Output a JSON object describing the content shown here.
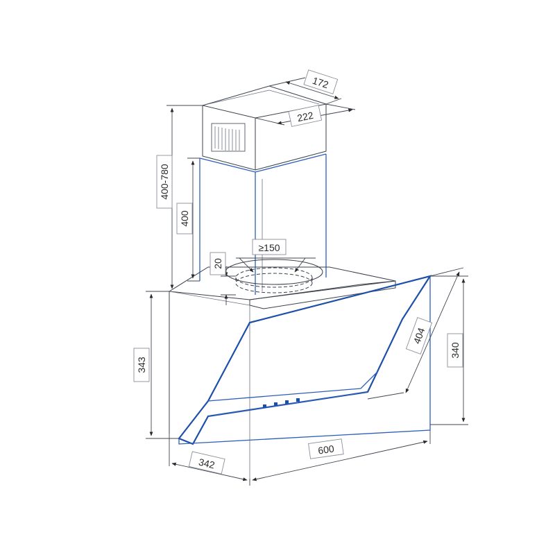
{
  "dimensions": {
    "duct_depth": "172",
    "duct_width": "222",
    "duct_height_range": "400-780",
    "duct_lower": "400",
    "outlet_offset": "20",
    "outlet_diameter": "≥150",
    "hood_height": "343",
    "glass_diagonal": "404",
    "front_height": "340",
    "hood_depth": "342",
    "hood_width": "600"
  }
}
